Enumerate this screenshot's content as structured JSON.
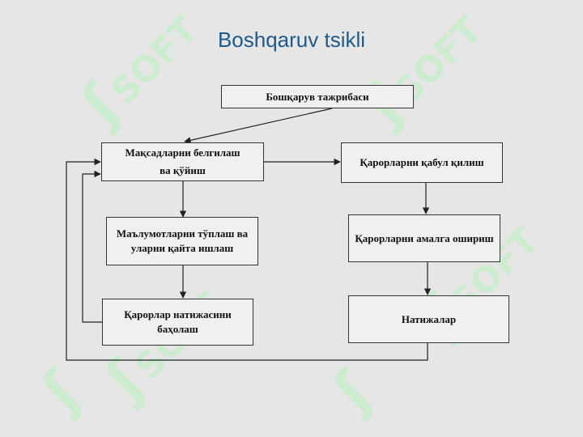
{
  "slide": {
    "title": "Boshqaruv tsikli"
  },
  "watermark": {
    "text": "SOFT",
    "color": "#c8eccb"
  },
  "diagram": {
    "boxes": {
      "experience": "Бошқарув тажрибаси",
      "goals_line1": "Мақсадларни белгилаш",
      "goals_line2": "ва қўйиш",
      "info": "Маълумотларни тўплаш ва уларни қайта ишлаш",
      "evaluate": "Қарорлар натижасини баҳолаш",
      "decide": "Қарорларни қабул қилиш",
      "implement": "Қарорларни амалга ошириш",
      "results": "Натижалар"
    }
  },
  "colors": {
    "title": "#1f5a8a",
    "background": "#e6e6e6",
    "lines": "#333333"
  }
}
